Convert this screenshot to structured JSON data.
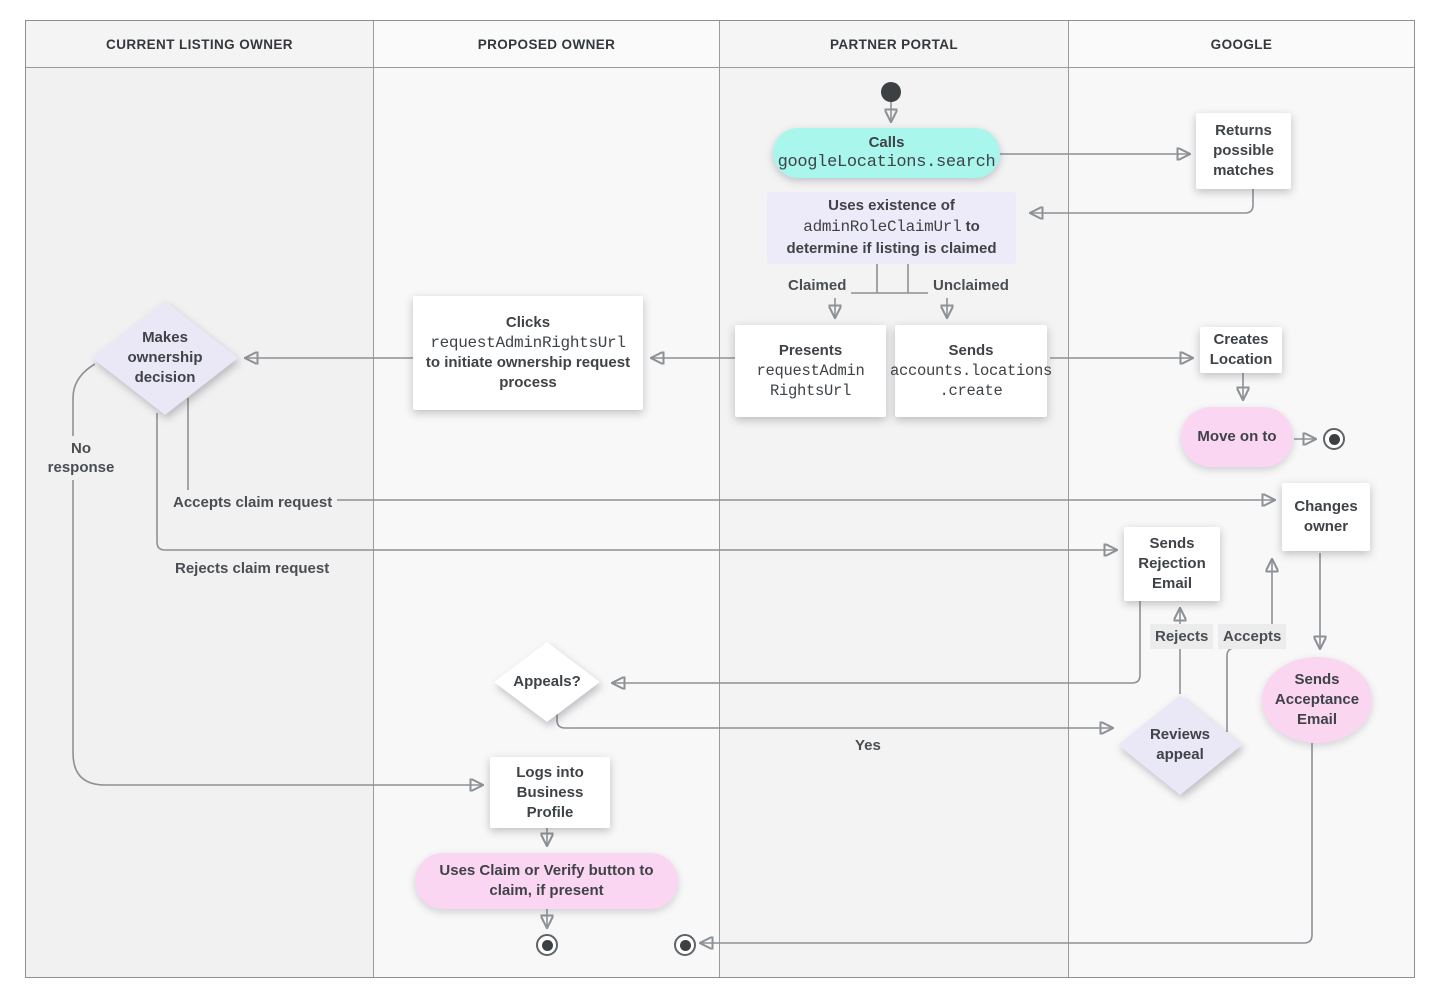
{
  "lanes": [
    {
      "label": "CURRENT LISTING OWNER"
    },
    {
      "label": "PROPOSED OWNER"
    },
    {
      "label": "PARTNER PORTAL"
    },
    {
      "label": "GOOGLE"
    }
  ],
  "nodes": {
    "calls": {
      "title": "Calls",
      "code": "googleLocations.search"
    },
    "returns_matches": {
      "text": "Returns possible matches"
    },
    "uses_existence": {
      "pre": "Uses existence of ",
      "code": "adminRoleClaimUrl",
      "mid": " to ",
      "post": "determine if listing is claimed"
    },
    "presents": {
      "title": "Presents",
      "code_lines": {
        "0": "requestAdmin",
        "1": "RightsUrl"
      }
    },
    "sends_create": {
      "title": "Sends",
      "code_lines": {
        "0": "accounts.locations",
        "1": ".create"
      }
    },
    "creates_location": {
      "text": "Creates Location"
    },
    "move_on": {
      "text": "Move on to"
    },
    "clicks": {
      "title": "Clicks",
      "code": "requestAdminRightsUrl",
      "rest": "to initiate ownership request process"
    },
    "makes_decision": {
      "text": "Makes ownership decision"
    },
    "changes_owner": {
      "text": "Changes owner"
    },
    "sends_rejection": {
      "text": "Sends Rejection Email"
    },
    "sends_acceptance": {
      "text": "Sends Acceptance Email"
    },
    "reviews_appeal": {
      "text": "Reviews appeal"
    },
    "appeals": {
      "text": "Appeals?"
    },
    "logs_in": {
      "text": "Logs into Business Profile"
    },
    "claim_verify": {
      "text": "Uses Claim or Verify button to claim, if present"
    }
  },
  "edge_labels": {
    "claimed": "Claimed",
    "unclaimed": "Unclaimed",
    "no_response": "No response",
    "accepts_claim": "Accepts claim request",
    "rejects_claim": "Rejects claim request",
    "rejects": "Rejects",
    "accepts": "Accepts",
    "yes": "Yes"
  },
  "colors": {
    "teal": "#a9f6ec",
    "lavender": "#edebf9",
    "pink": "#fbd6f3",
    "line": "#8d9196",
    "arrow": "#70757a",
    "text": "#3f4347"
  }
}
